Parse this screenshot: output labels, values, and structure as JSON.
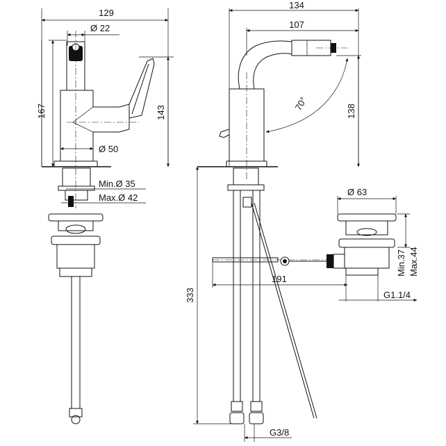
{
  "front_view": {
    "width": "129",
    "outlet_diameter": "Ø 22",
    "height_total": "167",
    "height_spout": "143",
    "body_diameter": "Ø 50",
    "hole_min": "Min.Ø 35",
    "hole_max": "Max.Ø 42"
  },
  "side_view": {
    "depth_total": "134",
    "spout_reach": "107",
    "rotation_angle": "70°",
    "spout_height": "138",
    "hose_length": "333",
    "rod_length": "191",
    "connection_thread": "G3/8"
  },
  "waste_view": {
    "head_diameter": "Ø 63",
    "thickness_min": "Min.37",
    "thickness_max": "Max.44",
    "waste_thread": "G1.1/4"
  }
}
